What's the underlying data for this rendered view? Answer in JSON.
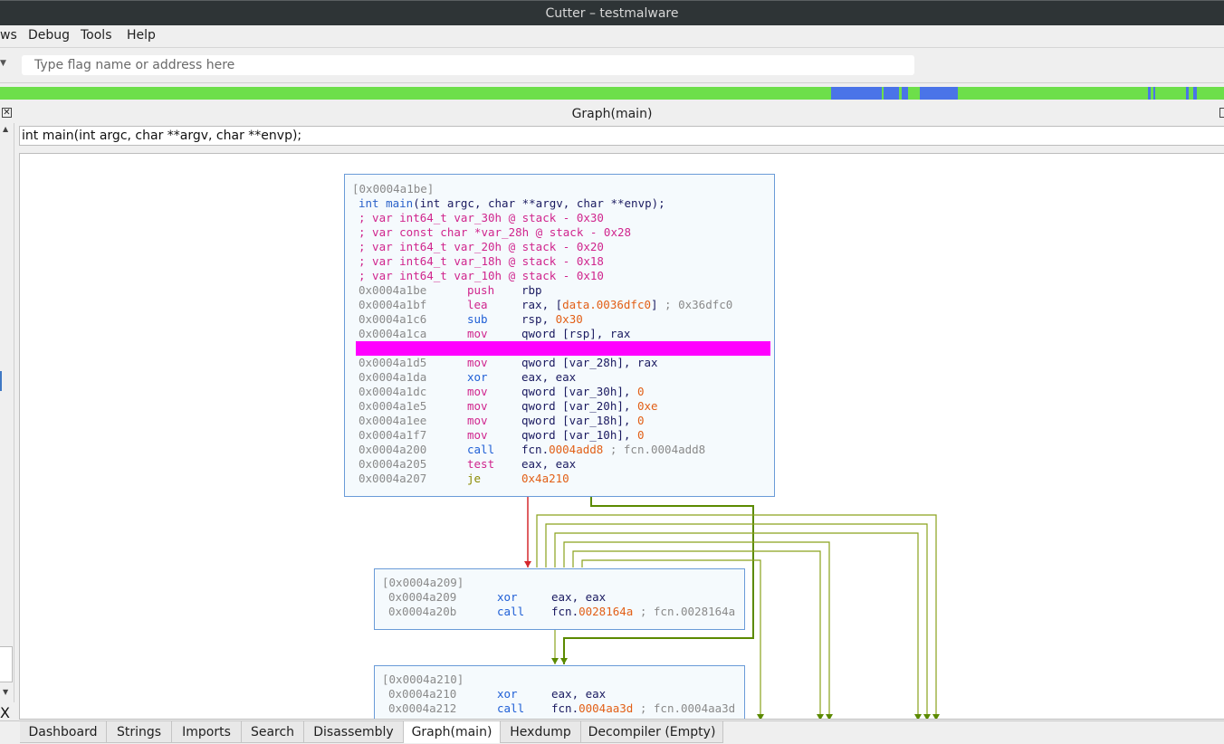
{
  "window": {
    "title": "Cutter – testmalware"
  },
  "menu": {
    "items": [
      "ws",
      "Debug",
      "Tools",
      "Help"
    ]
  },
  "toolbar": {
    "flag_placeholder": "Type flag name or address here"
  },
  "nav_colors": {
    "code": "#6ddf4a",
    "data": "#4a74e8"
  },
  "dock": {
    "title": "Graph(main)",
    "close_glyph": "✕"
  },
  "signature": "int main(int argc, char **argv, char **envp);",
  "blocks": {
    "main": {
      "header": "[0x0004a1be]",
      "sig_type": "int",
      "sig_name": "main",
      "sig_args": "(int argc, char **argv, char **envp);",
      "vars": [
        "; var int64_t var_30h @ stack - 0x30",
        "; var const char *var_28h @ stack - 0x28",
        "; var int64_t var_20h @ stack - 0x20",
        "; var int64_t var_18h @ stack - 0x18",
        "; var int64_t var_10h @ stack - 0x10"
      ],
      "ins": [
        {
          "addr": "0x0004a1be",
          "mn": "push",
          "ops": "rbp"
        },
        {
          "addr": "0x0004a1bf",
          "mn": "lea",
          "ops": "rax, [",
          "num": "data.0036dfc0",
          "tail": "]",
          "cmt": " ; 0x36dfc0"
        },
        {
          "addr": "0x0004a1c6",
          "mn": "sub",
          "ops": "rsp, ",
          "num": "0x30"
        },
        {
          "addr": "0x0004a1ca",
          "mn": "mov",
          "ops": "qword [rsp], rax"
        },
        {
          "addr": "0x0004a1d5",
          "mn": "mov",
          "ops": "qword [var_28h], rax"
        },
        {
          "addr": "0x0004a1da",
          "mn": "xor",
          "ops": "eax, eax"
        },
        {
          "addr": "0x0004a1dc",
          "mn": "mov",
          "ops": "qword [var_30h], ",
          "num": "0"
        },
        {
          "addr": "0x0004a1e5",
          "mn": "mov",
          "ops": "qword [var_20h], ",
          "num": "0xe"
        },
        {
          "addr": "0x0004a1ee",
          "mn": "mov",
          "ops": "qword [var_18h], ",
          "num": "0"
        },
        {
          "addr": "0x0004a1f7",
          "mn": "mov",
          "ops": "qword [var_10h], ",
          "num": "0"
        },
        {
          "addr": "0x0004a200",
          "mn": "call",
          "ops": "fcn.",
          "num": "0004add8",
          "cmt": " ; fcn.0004add8"
        },
        {
          "addr": "0x0004a205",
          "mn": "test",
          "ops": "eax, eax"
        },
        {
          "addr": "0x0004a207",
          "mn": "je",
          "ops": "",
          "num": "0x4a210"
        }
      ]
    },
    "b209": {
      "header": "[0x0004a209]",
      "ins": [
        {
          "addr": "0x0004a209",
          "mn": "xor",
          "ops": "eax, eax"
        },
        {
          "addr": "0x0004a20b",
          "mn": "call",
          "ops": "fcn.",
          "num": "0028164a",
          "cmt": " ; fcn.0028164a"
        }
      ]
    },
    "b210": {
      "header": "[0x0004a210]",
      "ins": [
        {
          "addr": "0x0004a210",
          "mn": "xor",
          "ops": "eax, eax"
        },
        {
          "addr": "0x0004a212",
          "mn": "call",
          "ops": "fcn.",
          "num": "0004aa3d",
          "cmt": " ; fcn.0004aa3d"
        }
      ]
    }
  },
  "tabs": [
    "Dashboard",
    "Strings",
    "Imports",
    "Search",
    "Disassembly",
    "Graph(main)",
    "Hexdump",
    "Decompiler (Empty)"
  ],
  "active_tab": "Graph(main)"
}
